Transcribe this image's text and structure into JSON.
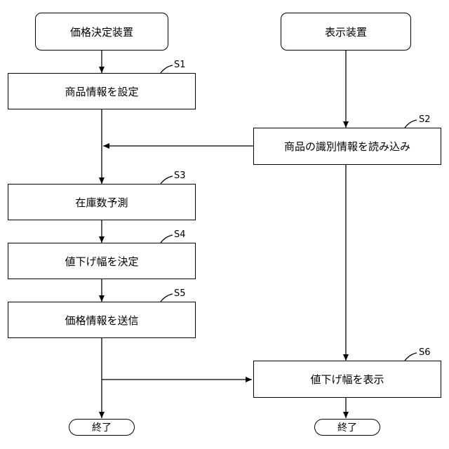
{
  "devices": {
    "pricing": "価格決定装置",
    "display": "表示装置"
  },
  "steps": {
    "s1": {
      "id": "S1",
      "label": "商品情報を設定"
    },
    "s2": {
      "id": "S2",
      "label": "商品の識別情報を読み込み"
    },
    "s3": {
      "id": "S3",
      "label": "在庫数予測"
    },
    "s4": {
      "id": "S4",
      "label": "値下げ幅を決定"
    },
    "s5": {
      "id": "S5",
      "label": "価格情報を送信"
    },
    "s6": {
      "id": "S6",
      "label": "値下げ幅を表示"
    }
  },
  "end_left": "終了",
  "end_right": "終了"
}
